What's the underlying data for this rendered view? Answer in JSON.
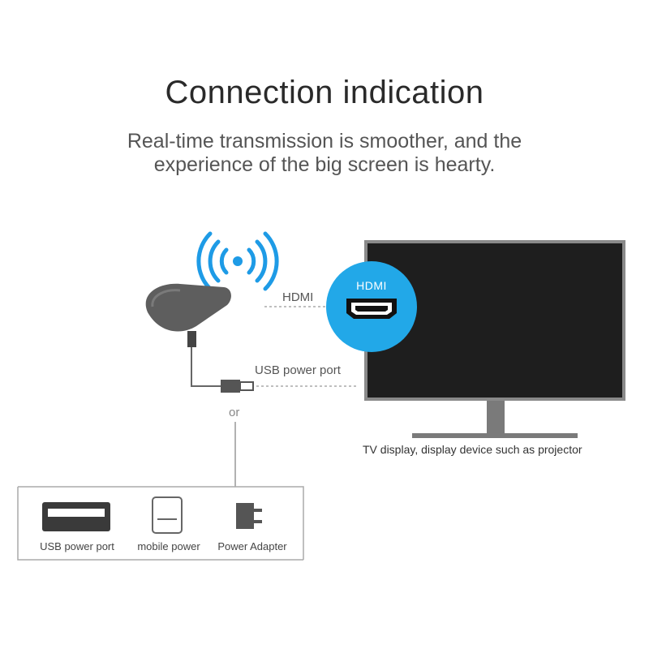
{
  "title": "Connection indication",
  "subtitle_line1": "Real-time transmission is smoother, and the",
  "subtitle_line2": "experience of the big screen is hearty.",
  "labels": {
    "hdmi_line": "HDMI",
    "hdmi_badge": "HDMI",
    "usb_power_port": "USB power port",
    "or": "or",
    "tv_caption": "TV display, display device such as projector"
  },
  "power_sources": [
    {
      "label": "USB power port",
      "icon": "usb-port-icon"
    },
    {
      "label": "mobile power",
      "icon": "power-bank-icon"
    },
    {
      "label": "Power Adapter",
      "icon": "power-adapter-icon"
    }
  ],
  "colors": {
    "wifi_blue": "#1e9be6",
    "hdmi_badge": "#22a8e8",
    "tv_screen": "#1e1e1e",
    "tv_frame": "#8a8a8a",
    "dongle": "#5e5e5e"
  }
}
